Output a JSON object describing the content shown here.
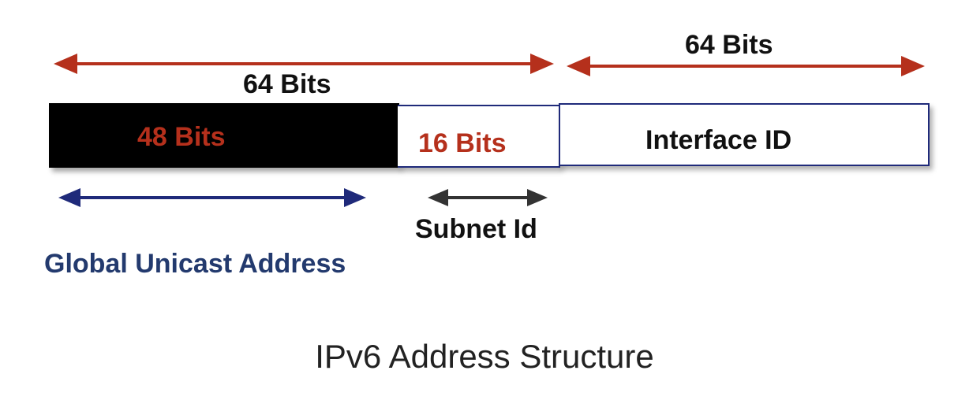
{
  "diagram": {
    "network_prefix": {
      "label": "64 Bits"
    },
    "interface_prefix": {
      "label": "64 Bits"
    },
    "segments": {
      "global": {
        "label": "48 Bits"
      },
      "subnet": {
        "label": "16 Bits"
      },
      "interface": {
        "label": "Interface ID"
      }
    },
    "subnet_id_label": "Subnet Id",
    "global_unicast_label": "Global Unicast Address",
    "caption": "IPv6 Address Structure"
  },
  "colors": {
    "red_arrow": "#b5301c",
    "red_text": "#b5301c",
    "navy": "#1f2a7a",
    "navy_text": "#233a6e",
    "black": "#000000",
    "dark_gray": "#333333"
  }
}
